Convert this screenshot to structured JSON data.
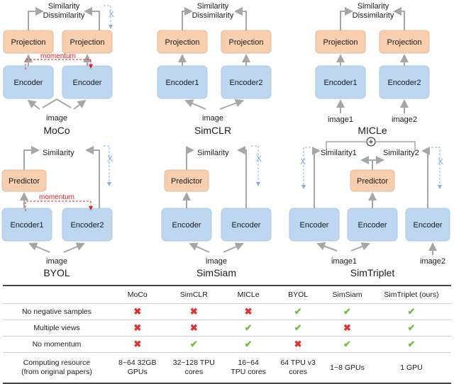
{
  "labels": {
    "similarity": "Similarity",
    "dissimilarity": "Dissimilarity",
    "similarity1": "Similarity1",
    "similarity2": "Similarity2",
    "projection": "Projection",
    "predictor": "Predictor",
    "encoder": "Encoder",
    "encoder1": "Encoder1",
    "encoder2": "Encoder2",
    "image": "image",
    "image1": "image1",
    "image2": "image2",
    "momentum": "momentum",
    "plus": "⊕",
    "stop_grad": "X"
  },
  "methods": {
    "moco": "MoCo",
    "simclr": "SimCLR",
    "micle": "MICLe",
    "byol": "BYOL",
    "simsiam": "SimSiam",
    "simtriplet": "SimTriplet"
  },
  "table": {
    "headers": [
      "",
      "MoCo",
      "SimCLR",
      "MICLe",
      "BYOL",
      "SimSiam",
      "SimTriplet (ours)"
    ],
    "rows": [
      {
        "label": "No negative samples",
        "cells": [
          "cross",
          "cross",
          "cross",
          "check",
          "check",
          "check"
        ]
      },
      {
        "label": "Multiple views",
        "cells": [
          "cross",
          "cross",
          "check",
          "check",
          "cross",
          "check"
        ]
      },
      {
        "label": "No momentum",
        "cells": [
          "cross",
          "check",
          "check",
          "cross",
          "check",
          "check"
        ]
      }
    ],
    "resource_label": [
      "Computing resource",
      "(from original papers)"
    ],
    "resources": [
      [
        "8~64 32GB",
        "GPUs"
      ],
      [
        "32~128 TPU",
        "cores"
      ],
      [
        "16~64",
        "TPU cores"
      ],
      [
        "64 TPU v3",
        "cores"
      ],
      [
        "1~8 GPUs"
      ],
      [
        "1 GPU"
      ]
    ]
  },
  "symbols": {
    "cross": "✖",
    "check": "✔"
  },
  "colors": {
    "encoder": "#bcd7ef",
    "projection": "#f7cfae",
    "arrow": "#a6a6a6",
    "momentum": "#e02020",
    "stop_grad": "#7fb0e0"
  }
}
